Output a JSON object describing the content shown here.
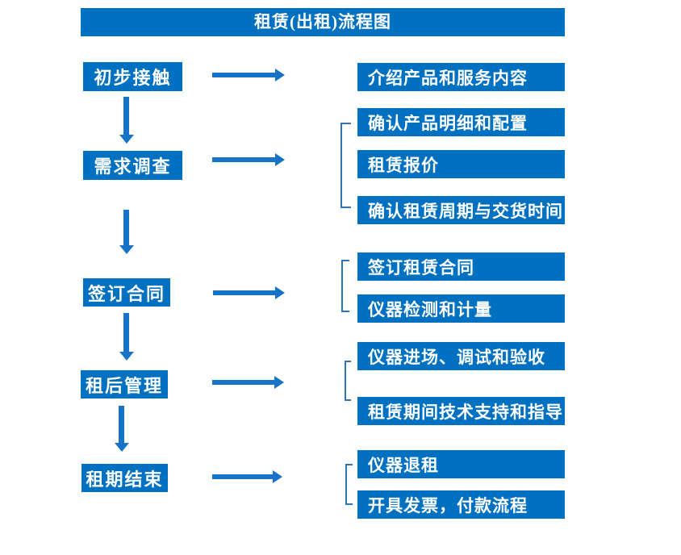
{
  "title": "租赁(出租)流程图",
  "colors": {
    "box": "#0070c0",
    "arrow": "#1673c8",
    "bracket": "#2e75b6",
    "text": "#ffffff",
    "background": "#ffffff"
  },
  "steps": [
    {
      "label": "初步接触",
      "details": [
        "介绍产品和服务内容"
      ]
    },
    {
      "label": "需求调查",
      "details": [
        "确认产品明细和配置",
        "租赁报价",
        "确认租赁周期与交货时间"
      ]
    },
    {
      "label": "签订合同",
      "details": [
        "签订租赁合同",
        "仪器检测和计量"
      ]
    },
    {
      "label": "租后管理",
      "details": [
        "仪器进场、调试和验收",
        "租赁期间技术支持和指导"
      ]
    },
    {
      "label": "租期结束",
      "details": [
        "仪器退租",
        "开具发票，付款流程"
      ]
    }
  ]
}
